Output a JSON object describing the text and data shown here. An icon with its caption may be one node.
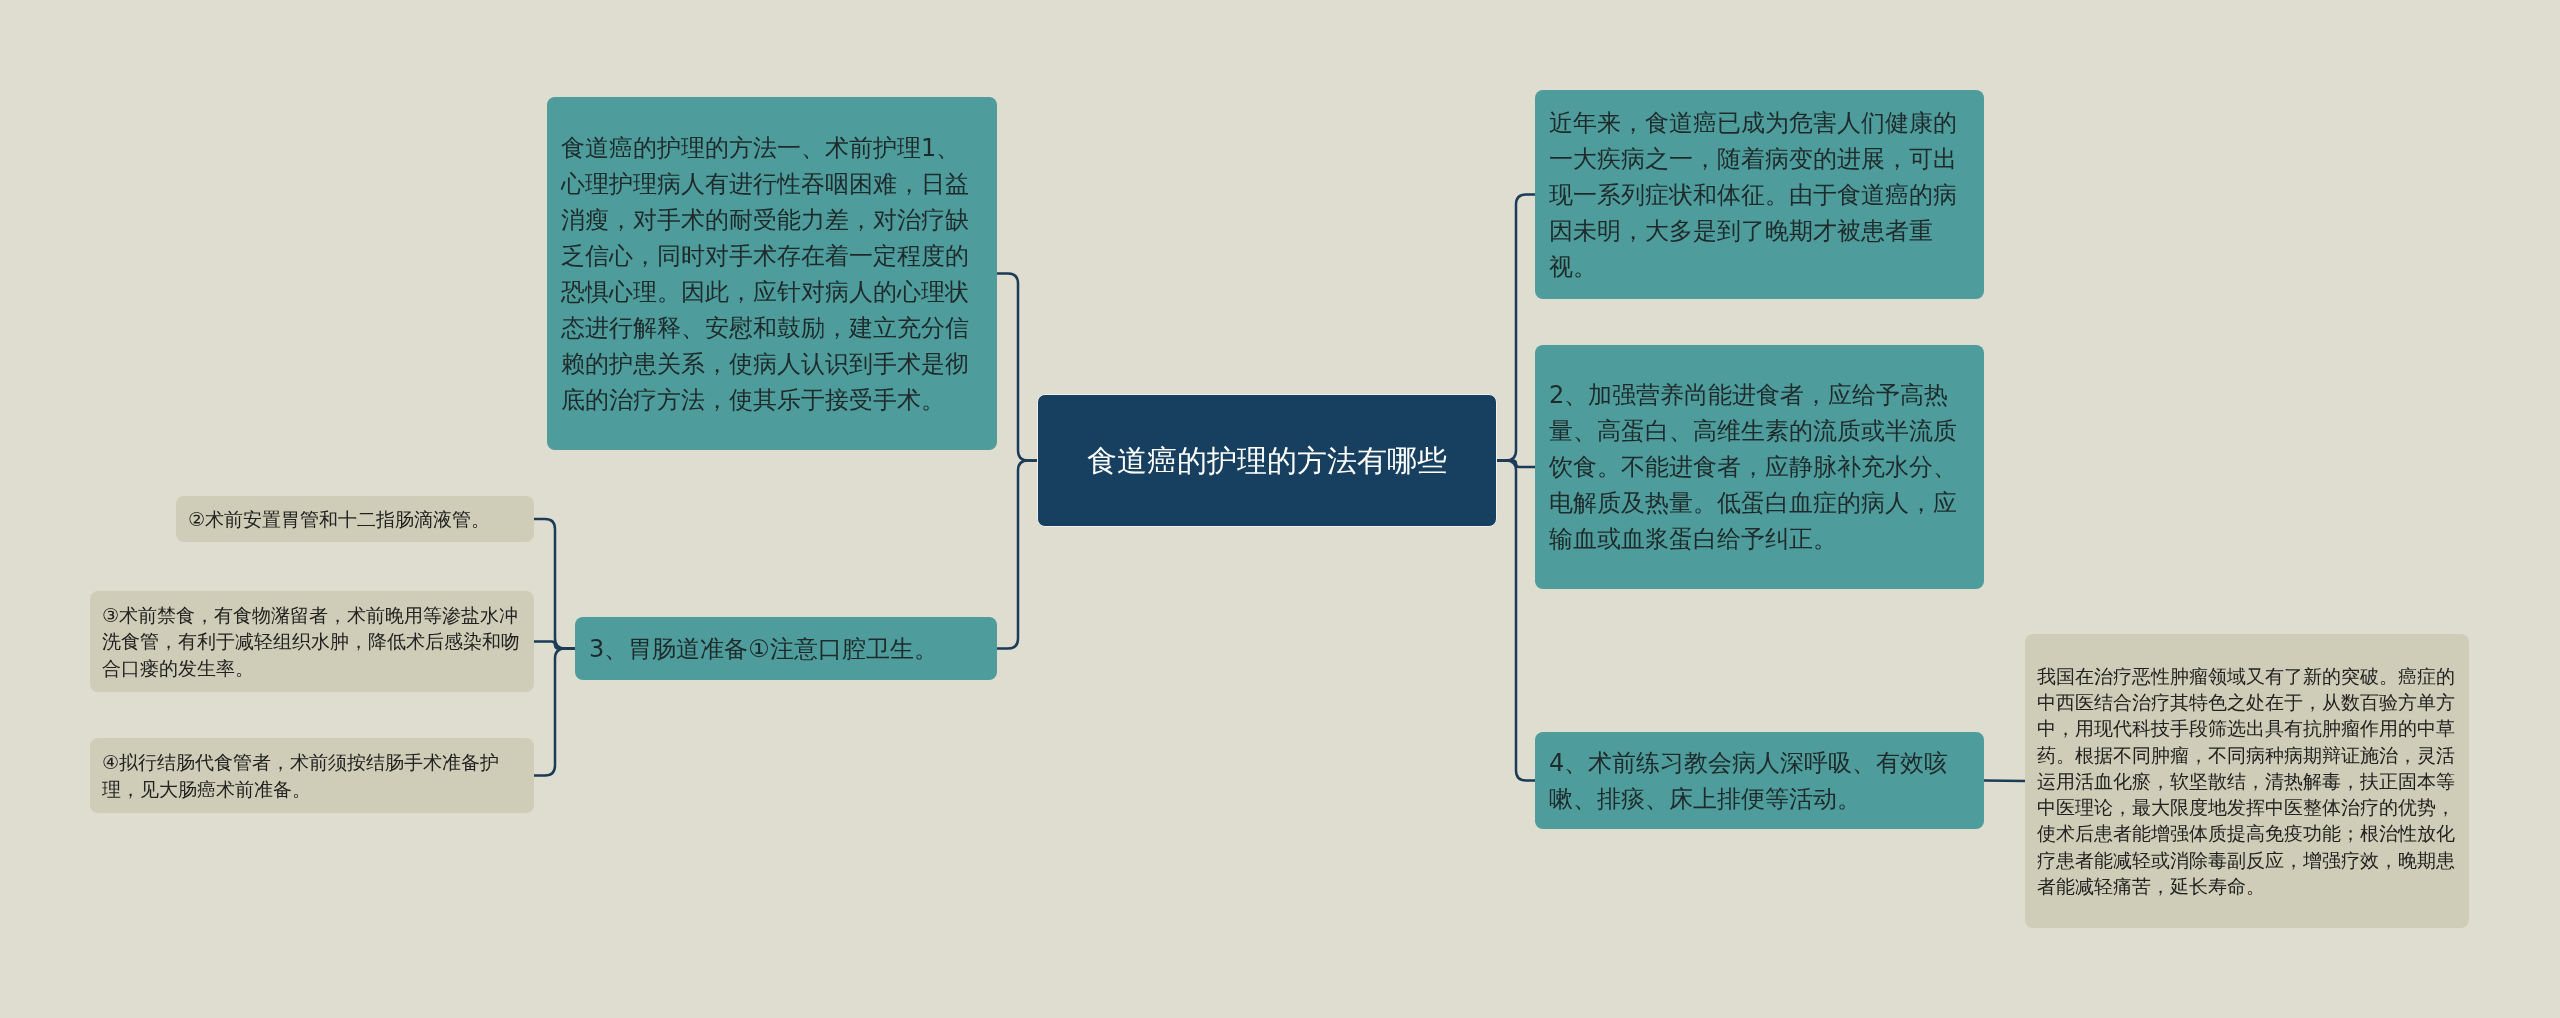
{
  "diagram": {
    "nodes": [
      {
        "text": [
          "食道癌的护理的方法有哪些"
        ]
      },
      {
        "text": [
          "食道癌的护理的方法一、术前护理1、心理护理病人有进行性吞咽困难，日益消瘦，对手术的耐受能力差，对治疗缺乏信心，同时对手术存在着一定程度的恐惧心理。因此，应针对病人的心理状态进行解释、安慰和鼓励，建立充分信赖的护患关系，使病人认识到手术是彻底的治疗方法，使其乐于接受手术。"
        ]
      },
      {
        "text": [
          "3、胃肠道准备①注意口腔卫生。"
        ]
      },
      {
        "text": [
          "②术前安置胃管和十二指肠滴液管。"
        ]
      },
      {
        "text": [
          "③术前禁食，有食物潴留者，术前晚用等渗盐水冲洗食管，有利于减轻组织水肿，降低术后感染和吻合口瘘的发生率。"
        ]
      },
      {
        "text": [
          "④拟行结肠代食管者，术前须按结肠手术准备护理，见大肠癌术前准备。"
        ]
      },
      {
        "text": [
          "近年来，食道癌已成为危害人们健康的一大疾病之一，随着病变的进展，可出现一系列症状和体征。由于食道癌的病因未明，大多是到了晚期才被患者重视。"
        ]
      },
      {
        "text": [
          "2、加强营养尚能进食者，应给予高热量、高蛋白、高维生素的流质或半流质饮食。不能进食者，应静脉补充水分、电解质及热量。低蛋白血症的病人，应输血或血浆蛋白给予纠正。"
        ]
      },
      {
        "text": [
          "4、术前练习教会病人深呼吸、有效咳嗽、排痰、床上排便等活动。"
        ]
      },
      {
        "text": [
          "我国在治疗恶性肿瘤领域又有了新的突破。癌症的中西医结合治疗其特色之处在于，从数百验方单方中，用现代科技手段筛选出具有抗肿瘤作用的中草药。根据不同肿瘤，不同病种病期辩证施治，灵活运用活血化瘀，软坚散结，清热解毒，扶正固本等中医理论，最大限度地发挥中医整体治疗的优势，使术后患者能增强体质提高免疫功能；根治性放化疗患者能减轻或消除毒副反应，增强疗效，晚期患者能减轻痛苦，延长寿命。"
        ]
      }
    ],
    "edges": [
      {
        "from": 0,
        "to": 1,
        "arrow": "none"
      },
      {
        "from": 0,
        "to": 2,
        "arrow": "none"
      },
      {
        "from": 2,
        "to": 3,
        "arrow": "none"
      },
      {
        "from": 2,
        "to": 4,
        "arrow": "none"
      },
      {
        "from": 2,
        "to": 5,
        "arrow": "none"
      },
      {
        "from": 0,
        "to": 6,
        "arrow": "none"
      },
      {
        "from": 0,
        "to": 7,
        "arrow": "none"
      },
      {
        "from": 0,
        "to": 8,
        "arrow": "none"
      },
      {
        "from": 8,
        "to": 9,
        "arrow": "none"
      }
    ]
  }
}
